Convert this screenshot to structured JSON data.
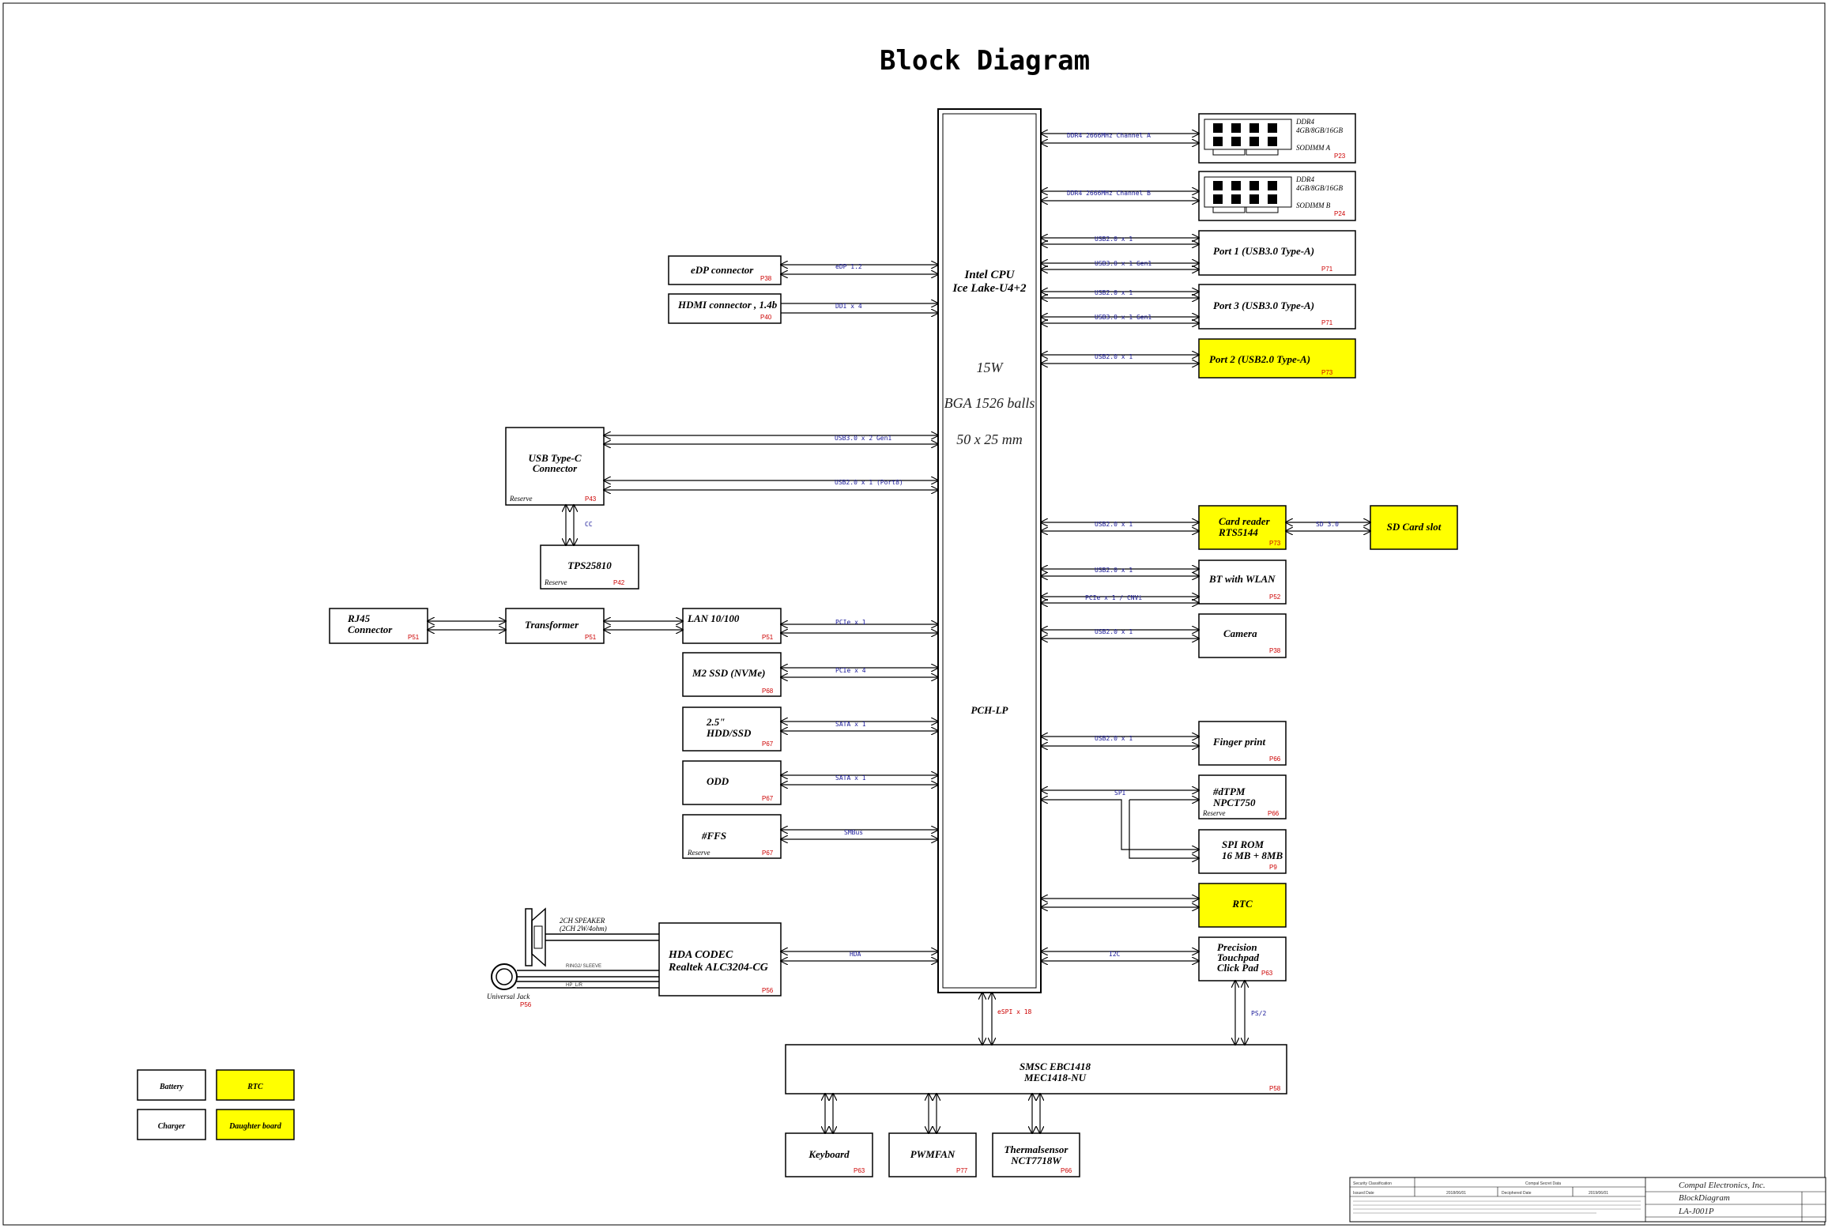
{
  "title": "Block Diagram",
  "cpu": {
    "name1": "Intel CPU",
    "name2": "Ice Lake-U4+2",
    "power": "15W",
    "package": "BGA 1526 balls",
    "size": "50 x 25 mm",
    "pch": "PCH-LP"
  },
  "dimm_a": {
    "l1": "DDR4",
    "l2": "4GB/8GB/16GB",
    "l3": "SODIMM A",
    "page": "P23",
    "bus": "DDR4 2666MHz Channel A"
  },
  "dimm_b": {
    "l1": "DDR4",
    "l2": "4GB/8GB/16GB",
    "l3": "SODIMM B",
    "page": "P24",
    "bus": "DDR4 2666MHz Channel B"
  },
  "port1": {
    "label": "Port 1 (USB3.0 Type-A)",
    "page": "P71",
    "bus1": "USB2.0 x 1",
    "bus2": "USB3.0 x 1 Gen1"
  },
  "port3": {
    "label": "Port 3 (USB3.0 Type-A)",
    "page": "P71",
    "bus1": "USB2.0 x 1",
    "bus2": "USB3.0 x 1 Gen1"
  },
  "port2": {
    "label": "Port 2 (USB2.0 Type-A)",
    "page": "P73",
    "bus": "USB2.0 x 1"
  },
  "card_reader": {
    "l1": "Card reader",
    "l2": "RTS5144",
    "page": "P73",
    "bus": "USB2.0 x 1",
    "sd_bus": "SD 3.0"
  },
  "sd_slot": {
    "label": "SD Card slot"
  },
  "wlan": {
    "label": "BT with WLAN",
    "page": "P52",
    "bus1": "USB2.0 x 1",
    "bus2": "PCIe x 1 / CNVi"
  },
  "camera": {
    "label": "Camera",
    "page": "P38",
    "bus": "USB2.0 x 1"
  },
  "finger": {
    "label": "Finger print",
    "page": "P66",
    "bus": "USB2.0 x 1"
  },
  "tpm": {
    "l1": "#dTPM",
    "l2": "NPCT750",
    "reserve": "Reserve",
    "page": "P66",
    "bus": "SPI"
  },
  "spirom": {
    "l1": "SPI ROM",
    "l2": "16 MB + 8MB",
    "page": "P9"
  },
  "rtc_right": {
    "label": "RTC"
  },
  "touchpad": {
    "l1": "Precision",
    "l2": "Touchpad",
    "l3": "Click Pad",
    "page": "P63",
    "bus": "I2C",
    "ps2": "PS/2"
  },
  "edp": {
    "label": "eDP connector",
    "page": "P38",
    "bus": "eDP 1.2"
  },
  "hdmi": {
    "label": "HDMI connector , 1.4b",
    "page": "P40",
    "bus": "DDI x 4"
  },
  "usbc": {
    "l1": "USB Type-C",
    "l2": "Connector",
    "reserve": "Reserve",
    "page": "P43",
    "bus1": "USB3.0 x 2 Gen1",
    "bus2": "USB2.0 x 1 (Port8)",
    "cc": "CC"
  },
  "tps": {
    "label": "TPS25810",
    "reserve": "Reserve",
    "page": "P42"
  },
  "rj45": {
    "l1": "RJ45",
    "l2": "Connector",
    "page": "P51"
  },
  "transformer": {
    "label": "Transformer",
    "page": "P51"
  },
  "lan": {
    "label": "LAN 10/100",
    "page": "P51",
    "bus": "PCIe x 1"
  },
  "m2": {
    "label": "M2 SSD (NVMe)",
    "page": "P68",
    "bus": "PCIe x 4"
  },
  "hdd": {
    "l1": "2.5\"",
    "l2": "HDD/SSD",
    "page": "P67",
    "bus": "SATA x 1"
  },
  "odd": {
    "label": "ODD",
    "page": "P67",
    "bus": "SATA x 1"
  },
  "ffs": {
    "label": "#FFS",
    "reserve": "Reserve",
    "page": "P67",
    "bus": "SMBus"
  },
  "codec": {
    "l1": "HDA CODEC",
    "l2": "Realtek ALC3204-CG",
    "page": "P56",
    "bus": "HDA"
  },
  "speaker": {
    "l1": "2CH SPEAKER",
    "l2": "(2CH 2W/4ohm)"
  },
  "jack": {
    "label": "Universal Jack",
    "page": "P56",
    "ring": "RING2/ SLEEVE",
    "hp": "HP_L/R"
  },
  "ec": {
    "l1": "SMSC EBC1418",
    "l2": "MEC1418-NU",
    "page": "P58",
    "bus": "eSPI x 18"
  },
  "keyboard": {
    "label": "Keyboard",
    "page": "P63"
  },
  "pwmfan": {
    "label": "PWMFAN",
    "page": "P77"
  },
  "thermal": {
    "l1": "Thermalsensor",
    "l2": "NCT7718W",
    "page": "P66"
  },
  "legend": {
    "battery": "Battery",
    "rtc": "RTC",
    "charger": "Charger",
    "daughter": "Daughter board",
    "yellow": "#ffff00"
  },
  "titleblock": {
    "company": "Compal Electronics, Inc.",
    "doc": "BlockDiagram",
    "model": "LA-J001P",
    "secclass": "Security Classification",
    "secret": "Compal Secret Data",
    "issued": "Issued Date",
    "deciphered": "Deciphered Date",
    "date1": "2018/06/01",
    "date2": "2019/06/01"
  }
}
